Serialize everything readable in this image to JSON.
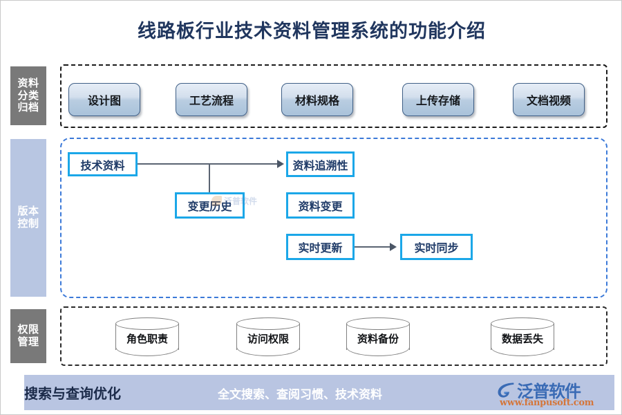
{
  "page": {
    "title": "线路板行业技术资料管理系统的功能介绍"
  },
  "bands": [
    {
      "key": "archive",
      "label_lines": [
        "资料",
        "分类",
        "归档"
      ],
      "color": "#797979",
      "text_color": "#ffffff"
    },
    {
      "key": "version",
      "label_lines": [
        "版本",
        "控制"
      ],
      "color": "#b8c6e2",
      "text_color": "#ffffff"
    },
    {
      "key": "permission",
      "label_lines": [
        "权限",
        "管理"
      ],
      "color": "#797979",
      "text_color": "#ffffff"
    }
  ],
  "archive_section": {
    "border_color": "#1a1a1a",
    "border_style": "dash-dot",
    "chips": [
      {
        "label": "设计图"
      },
      {
        "label": "工艺流程"
      },
      {
        "label": "材料规格"
      },
      {
        "label": "上传存储"
      },
      {
        "label": "文档视频"
      }
    ]
  },
  "version_section": {
    "border_color": "#3b79d8",
    "border_style": "dashed",
    "box_border_color": "#1ba7e8",
    "box_text_color": "#1f3b68",
    "boxes": [
      {
        "key": "tech",
        "label": "技术资料"
      },
      {
        "key": "history",
        "label": "变更历史"
      },
      {
        "key": "trace",
        "label": "资料追溯性"
      },
      {
        "key": "change",
        "label": "资料变更"
      },
      {
        "key": "realtime",
        "label": "实时更新"
      },
      {
        "key": "sync",
        "label": "实时同步"
      }
    ],
    "connectors": [
      {
        "from": "tech",
        "to": "trace",
        "type": "arrow"
      },
      {
        "from": "history",
        "to": "trace",
        "type": "branch"
      },
      {
        "from": "realtime",
        "to": "sync",
        "type": "arrow"
      }
    ],
    "watermark_text": "泛普软件"
  },
  "permission_section": {
    "border_color": "#1a1a1a",
    "border_style": "dash-dot",
    "cylinders": [
      {
        "label": "角色职责"
      },
      {
        "label": "访问权限"
      },
      {
        "label": "资料备份"
      },
      {
        "label": "数据丢失"
      }
    ]
  },
  "footer": {
    "background": "#b9c5e2",
    "left_text": "搜索与查询优化",
    "center_text": "全文搜索、查阅习惯、技术资料",
    "brand_name": "泛普软件",
    "brand_url": "www.fanpusoft.com",
    "brand_color": "#3a6bb5",
    "brand_url_color": "#d4763a"
  }
}
